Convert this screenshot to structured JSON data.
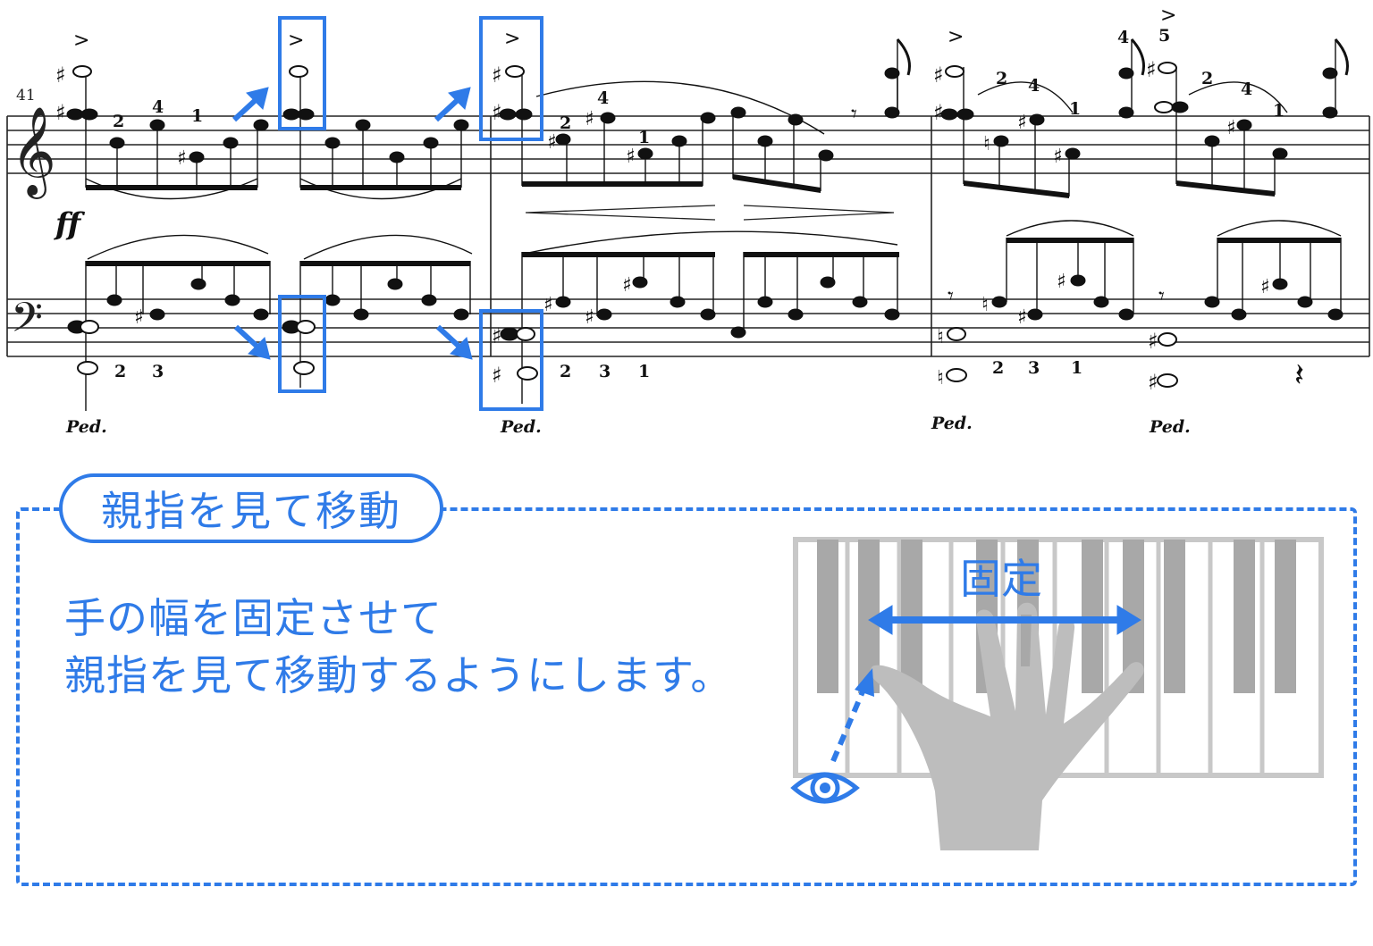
{
  "score": {
    "measure_number": "41",
    "dynamic": "ff",
    "pedal_mark": "Ped.",
    "fingerings": [
      "2",
      "4",
      "1",
      "2",
      "4",
      "1",
      "2",
      "3",
      "1",
      "4",
      "5"
    ]
  },
  "callout": {
    "badge_text": "親指を見て移動",
    "description_lines": [
      "手の幅を固定させて",
      "親指を見て移動するようにします。"
    ],
    "fixed_label": "固定"
  },
  "colors": {
    "accent": "#2f7be8",
    "hand": "#bdbdbd",
    "black_key": "#a8a8a8",
    "key_border": "#c8c8c8"
  }
}
